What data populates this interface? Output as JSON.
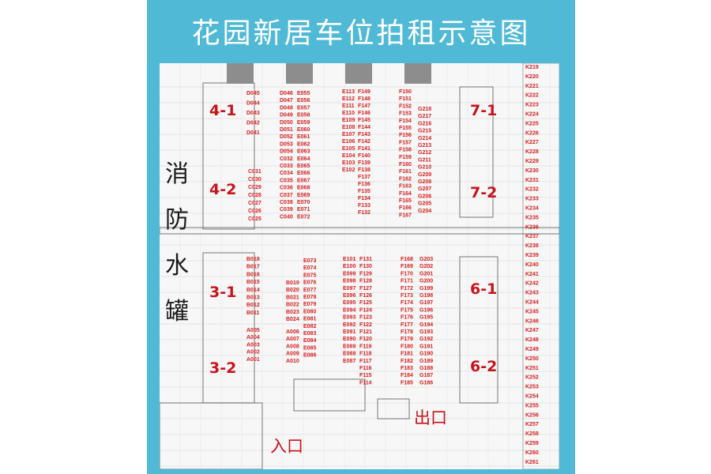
{
  "title": "花园新居车位拍租示意图",
  "fire_tank_label": "消防水罐",
  "entrance_label": "入口",
  "exit_label": "出口",
  "zones": [
    "4-1",
    "4-2",
    "3-1",
    "3-2",
    "7-1",
    "7-2",
    "6-1",
    "6-2"
  ],
  "slot_groups": {
    "D_top": [
      "D045",
      "D044",
      "D043",
      "D042",
      "D041"
    ],
    "C": [
      "C031",
      "C030",
      "C029",
      "C028",
      "C027",
      "C026",
      "C025"
    ],
    "D_col": [
      "D046",
      "D047",
      "D048",
      "D049",
      "D050",
      "D051",
      "D052",
      "D053",
      "D054",
      "C032",
      "C033",
      "C034",
      "C035",
      "C036",
      "C037",
      "C038",
      "C039",
      "C040"
    ],
    "E_top": [
      "E055",
      "E056",
      "E057",
      "E058",
      "E059",
      "E060",
      "E061",
      "E062",
      "E063",
      "E064",
      "E065",
      "E066",
      "E067",
      "E068",
      "E069",
      "E070",
      "E071",
      "E072"
    ],
    "E_mid": [
      "E113",
      "E112",
      "E111",
      "E110",
      "E109",
      "E108",
      "E107",
      "E106",
      "E105",
      "E104",
      "E103",
      "E102"
    ],
    "F_top": [
      "F149",
      "F148",
      "F147",
      "F146",
      "F145",
      "F144",
      "F143",
      "F142",
      "F141",
      "F140",
      "F139",
      "F138",
      "F137",
      "F136",
      "F135",
      "F134",
      "F133",
      "F132"
    ],
    "F_col": [
      "F150",
      "F151",
      "F152",
      "F153",
      "F154",
      "F155",
      "F156",
      "F157",
      "F158",
      "F159",
      "F160",
      "F161",
      "F162",
      "F163",
      "F164",
      "F165",
      "F166",
      "F167"
    ],
    "G_top": [
      "G218",
      "G217",
      "G216",
      "G215",
      "G214",
      "G213",
      "G212",
      "G211",
      "G210",
      "G209",
      "G208",
      "G207",
      "G206",
      "G205",
      "G204"
    ],
    "B": [
      "B018",
      "B017",
      "B016",
      "B015",
      "B014",
      "B013",
      "B012",
      "B011"
    ],
    "B_col": [
      "B019",
      "B020",
      "B021",
      "B022",
      "B023",
      "B024"
    ],
    "E_low": [
      "E073",
      "E074",
      "E075",
      "E076",
      "E077",
      "E078",
      "E079",
      "E080",
      "E081",
      "E082",
      "E083",
      "E084",
      "E085",
      "E086"
    ],
    "A_col": [
      "A006",
      "A007",
      "A008",
      "A009",
      "A010"
    ],
    "A": [
      "A005",
      "A004",
      "A003",
      "A002",
      "A001"
    ],
    "E_low2": [
      "E101",
      "E100",
      "E099",
      "E098",
      "E097",
      "E096",
      "E095",
      "E094",
      "E093",
      "E092",
      "E091",
      "E090",
      "E089",
      "E088",
      "E087"
    ],
    "F_low": [
      "F131",
      "F130",
      "F129",
      "F128",
      "F127",
      "F126",
      "F125",
      "F124",
      "F123",
      "F122",
      "F121",
      "F120",
      "F119",
      "F118",
      "F117",
      "F116",
      "F115",
      "F114"
    ],
    "F_low2": [
      "F168",
      "F169",
      "F170",
      "F171",
      "F172",
      "F173",
      "F174",
      "F175",
      "F176",
      "F177",
      "F178",
      "F179",
      "F180",
      "F181",
      "F182",
      "F183",
      "F184",
      "F185"
    ],
    "G_low": [
      "G203",
      "G202",
      "G201",
      "G200",
      "G199",
      "G198",
      "G197",
      "G196",
      "G195",
      "G194",
      "G193",
      "G192",
      "G191",
      "G190",
      "G189",
      "G188",
      "G187",
      "G186"
    ],
    "K": [
      "K219",
      "K220",
      "K221",
      "K222",
      "K223",
      "K224",
      "K225",
      "K226",
      "K227",
      "K228",
      "K229",
      "K230",
      "K231",
      "K232",
      "K233",
      "K234",
      "K235",
      "K236",
      "K237",
      "K238",
      "K239",
      "K240",
      "K241",
      "K242",
      "K243",
      "K244",
      "K245",
      "K246",
      "K247",
      "K248",
      "K249",
      "K250",
      "K251",
      "K252",
      "K253",
      "K254",
      "K255",
      "K256",
      "K257",
      "K258",
      "K259",
      "K260",
      "K261"
    ]
  },
  "colors": {
    "frame": "#4fb9d6",
    "slot_text": "#d81e1e",
    "zone_text": "#c8141b"
  }
}
